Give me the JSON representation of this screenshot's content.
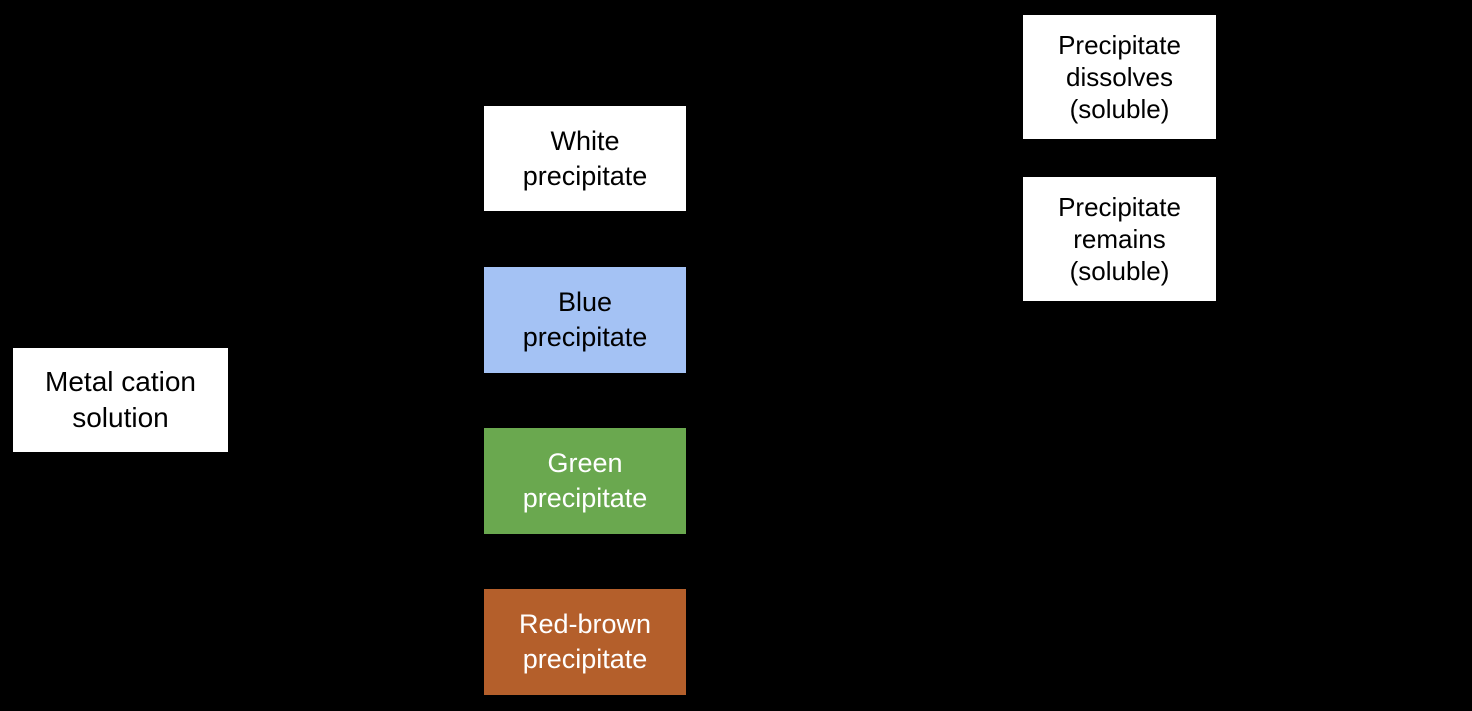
{
  "canvas": {
    "background": "#000000"
  },
  "nodes": {
    "metal_cation": {
      "label": "Metal cation\nsolution",
      "bg": "#ffffff",
      "fg": "#000000"
    },
    "white_precipitate": {
      "label": "White\nprecipitate",
      "bg": "#ffffff",
      "fg": "#000000"
    },
    "blue_precipitate": {
      "label": "Blue\nprecipitate",
      "bg": "#a4c2f4",
      "fg": "#000000"
    },
    "green_precipitate": {
      "label": "Green\nprecipitate",
      "bg": "#6aa84f",
      "fg": "#ffffff"
    },
    "red_brown_precipitate": {
      "label": "Red-brown\nprecipitate",
      "bg": "#b45f2b",
      "fg": "#ffffff"
    },
    "precipitate_dissolves": {
      "label": "Precipitate\ndissolves\n(soluble)",
      "bg": "#ffffff",
      "fg": "#000000"
    },
    "precipitate_remains": {
      "label": "Precipitate\nremains\n(soluble)",
      "bg": "#ffffff",
      "fg": "#000000"
    }
  }
}
